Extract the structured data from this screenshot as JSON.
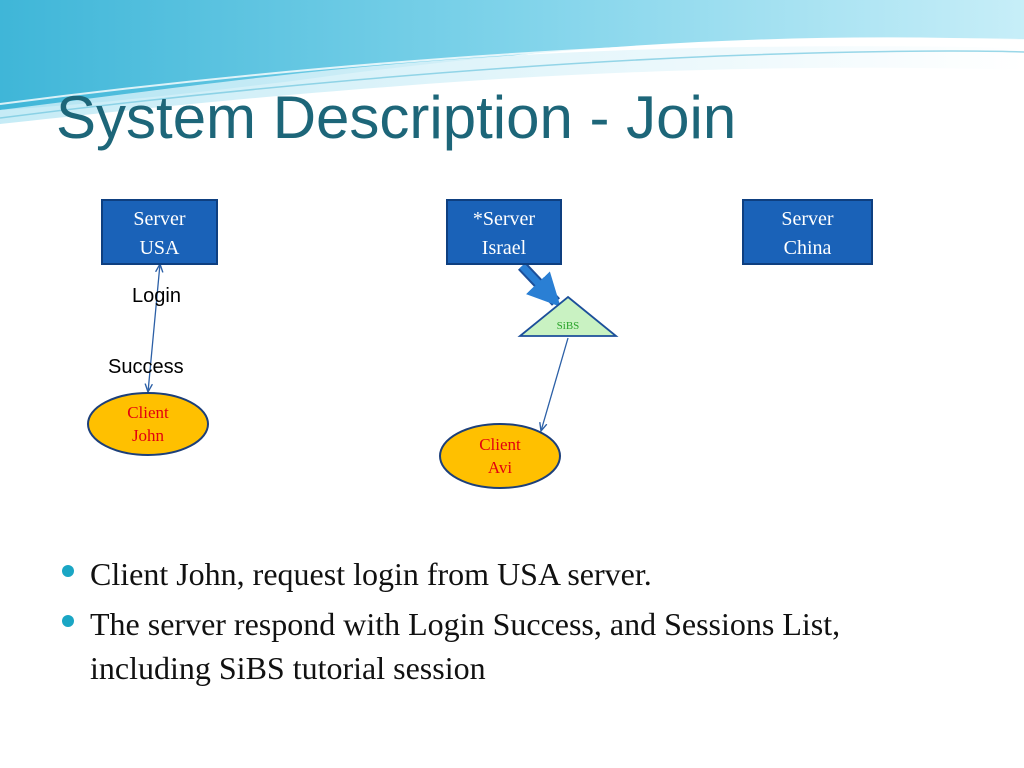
{
  "slide": {
    "title": "System Description - Join"
  },
  "diagram": {
    "servers": [
      {
        "line1": "Server",
        "line2": "USA"
      },
      {
        "line1": "*Server",
        "line2": "Israel"
      },
      {
        "line1": "Server",
        "line2": "China"
      }
    ],
    "sibs_label": "SiBS",
    "clients": [
      {
        "line1": "Client",
        "line2": "John"
      },
      {
        "line1": "Client",
        "line2": "Avi"
      }
    ],
    "message_labels": {
      "login": "Login",
      "success": "Success"
    },
    "colors": {
      "server_fill": "#1a62b8",
      "server_border": "#0e3f80",
      "client_fill": "#ffc000",
      "client_text": "#e3000f",
      "sibs_fill": "#c9f2c2",
      "sibs_text": "#2aa32a",
      "arrow": "#2b5fa6"
    }
  },
  "bullets": [
    "Client John, request login from USA server.",
    "The server respond with Login Success, and Sessions List, including SiBS tutorial session"
  ]
}
